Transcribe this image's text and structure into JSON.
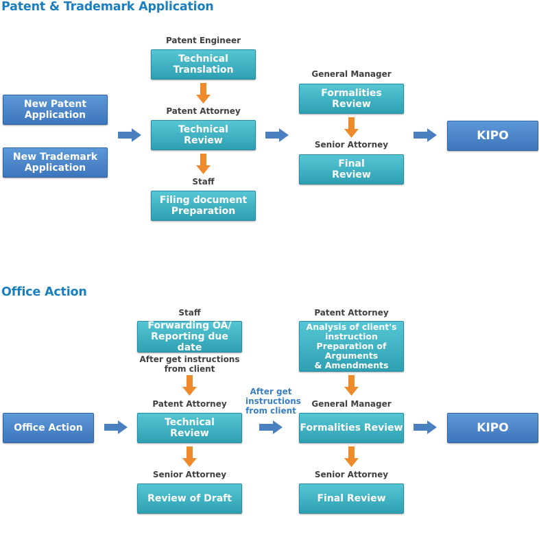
{
  "sections": [
    {
      "title": "Patent & Trademark Application",
      "roles": [
        "Patent Engineer",
        "Patent Attorney",
        "Staff",
        "General Manager",
        "Senior Attorney"
      ],
      "boxes": [
        "New Patent\nApplication",
        "New Trademark\nApplication",
        "Technical\nTranslation",
        "Technical\nReview",
        "Filing document\nPreparation",
        "Formalities\nReview",
        "Final\nReview",
        "KIPO"
      ]
    },
    {
      "title": "Office Action",
      "roles": [
        "Staff",
        "Patent Attorney",
        "Senior Attorney",
        "Patent Attorney",
        "General Manager",
        "Senior Attorney"
      ],
      "notes": [
        "After get instructions\nfrom client",
        "After get\ninstructions\nfrom client"
      ],
      "boxes": [
        "Office Action",
        "Forwarding OA/\nReporting due date",
        "Technical\nReview",
        "Review of Draft",
        "Analysis of client's\ninstruction\nPreparation of Arguments\n& Amendments",
        "Formalities Review",
        "Final Review",
        "KIPO"
      ]
    }
  ],
  "colors": {
    "title": "#1b7fbf",
    "blue_box": "#4a86c8",
    "teal_box": "#3bb3c3",
    "blue_arrow": "#4a80c0",
    "orange_arrow": "#ec8a2c"
  }
}
